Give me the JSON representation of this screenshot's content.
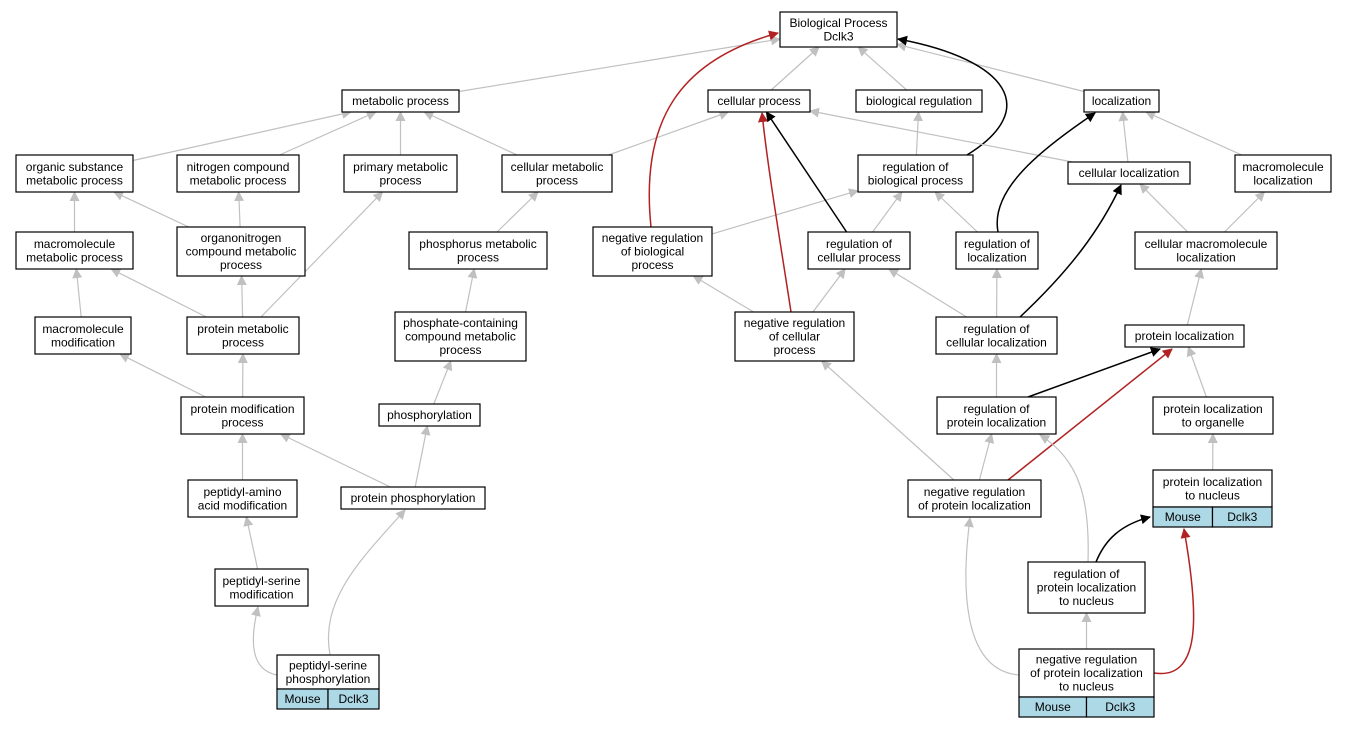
{
  "colors": {
    "edge_is_a": "#c0c0c0",
    "edge_regulates": "#000000",
    "edge_negatively_regulates": "#b22222",
    "annotation_fill": "#add8e6"
  },
  "nodes": {
    "root": [
      "Biological Process",
      "Dclk3"
    ],
    "metabolic": [
      "metabolic process"
    ],
    "cellular": [
      "cellular process"
    ],
    "bioreg": [
      "biological regulation"
    ],
    "localization": [
      "localization"
    ],
    "organic": [
      "organic substance",
      "metabolic process"
    ],
    "nitrogen": [
      "nitrogen compound",
      "metabolic process"
    ],
    "primary": [
      "primary metabolic",
      "process"
    ],
    "cellmet": [
      "cellular metabolic",
      "process"
    ],
    "regbio": [
      "regulation of",
      "biological process"
    ],
    "cellloc": [
      "cellular localization"
    ],
    "macroloc": [
      "macromolecule",
      "localization"
    ],
    "macromet": [
      "macromolecule",
      "metabolic process"
    ],
    "organonitrogen": [
      "organonitrogen",
      "compound metabolic",
      "process"
    ],
    "phosphorus": [
      "phosphorus metabolic",
      "process"
    ],
    "negregbio": [
      "negative regulation",
      "of biological",
      "process"
    ],
    "regcell": [
      "regulation of",
      "cellular process"
    ],
    "regloc": [
      "regulation of",
      "localization"
    ],
    "cellmacroloc": [
      "cellular macromolecule",
      "localization"
    ],
    "macromod": [
      "macromolecule",
      "modification"
    ],
    "protmet": [
      "protein metabolic",
      "process"
    ],
    "phosphcont": [
      "phosphate-containing",
      "compound metabolic",
      "process"
    ],
    "negregcell": [
      "negative regulation",
      "of cellular",
      "process"
    ],
    "regcellloc": [
      "regulation of",
      "cellular localization"
    ],
    "protloc": [
      "protein localization"
    ],
    "protmod": [
      "protein modification",
      "process"
    ],
    "phosphorylation": [
      "phosphorylation"
    ],
    "regprotloc": [
      "regulation of",
      "protein localization"
    ],
    "protlocorg": [
      "protein localization",
      "to organelle"
    ],
    "peptamino": [
      "peptidyl-amino",
      "acid modification"
    ],
    "protphos": [
      "protein phosphorylation"
    ],
    "negregprotloc": [
      "negative regulation",
      "of protein localization"
    ],
    "protlocnuc": [
      "protein localization",
      "to nucleus"
    ],
    "peptser": [
      "peptidyl-serine",
      "modification"
    ],
    "regprotlocnuc": [
      "regulation of",
      "protein localization",
      "to nucleus"
    ],
    "peptserphos": [
      "peptidyl-serine",
      "phosphorylation"
    ],
    "negregprotlocnuc": [
      "negative regulation",
      "of protein localization",
      "to nucleus"
    ]
  },
  "annotations": {
    "protlocnuc": [
      "Mouse",
      "Dclk3"
    ],
    "peptserphos": [
      "Mouse",
      "Dclk3"
    ],
    "negregprotlocnuc": [
      "Mouse",
      "Dclk3"
    ]
  },
  "edges": [
    {
      "from": "metabolic",
      "to": "root",
      "type": "is_a"
    },
    {
      "from": "cellular",
      "to": "root",
      "type": "is_a"
    },
    {
      "from": "bioreg",
      "to": "root",
      "type": "is_a"
    },
    {
      "from": "localization",
      "to": "root",
      "type": "is_a"
    },
    {
      "from": "organic",
      "to": "metabolic",
      "type": "is_a"
    },
    {
      "from": "nitrogen",
      "to": "metabolic",
      "type": "is_a"
    },
    {
      "from": "primary",
      "to": "metabolic",
      "type": "is_a"
    },
    {
      "from": "cellmet",
      "to": "metabolic",
      "type": "is_a"
    },
    {
      "from": "cellmet",
      "to": "cellular",
      "type": "is_a"
    },
    {
      "from": "regbio",
      "to": "bioreg",
      "type": "is_a"
    },
    {
      "from": "regbio",
      "to": "root",
      "type": "regulates"
    },
    {
      "from": "cellloc",
      "to": "localization",
      "type": "is_a"
    },
    {
      "from": "cellloc",
      "to": "cellular",
      "type": "is_a"
    },
    {
      "from": "macroloc",
      "to": "localization",
      "type": "is_a"
    },
    {
      "from": "macromet",
      "to": "organic",
      "type": "is_a"
    },
    {
      "from": "organonitrogen",
      "to": "organic",
      "type": "is_a"
    },
    {
      "from": "organonitrogen",
      "to": "nitrogen",
      "type": "is_a"
    },
    {
      "from": "phosphorus",
      "to": "cellmet",
      "type": "is_a"
    },
    {
      "from": "negregbio",
      "to": "regbio",
      "type": "is_a"
    },
    {
      "from": "negregbio",
      "to": "root",
      "type": "negatively_regulates"
    },
    {
      "from": "regcell",
      "to": "regbio",
      "type": "is_a"
    },
    {
      "from": "regcell",
      "to": "cellular",
      "type": "regulates"
    },
    {
      "from": "regloc",
      "to": "regbio",
      "type": "is_a"
    },
    {
      "from": "regloc",
      "to": "localization",
      "type": "regulates"
    },
    {
      "from": "cellmacroloc",
      "to": "cellloc",
      "type": "is_a"
    },
    {
      "from": "cellmacroloc",
      "to": "macroloc",
      "type": "is_a"
    },
    {
      "from": "macromod",
      "to": "macromet",
      "type": "is_a"
    },
    {
      "from": "protmet",
      "to": "macromet",
      "type": "is_a"
    },
    {
      "from": "protmet",
      "to": "organonitrogen",
      "type": "is_a"
    },
    {
      "from": "protmet",
      "to": "primary",
      "type": "is_a"
    },
    {
      "from": "phosphcont",
      "to": "phosphorus",
      "type": "is_a"
    },
    {
      "from": "negregcell",
      "to": "negregbio",
      "type": "is_a"
    },
    {
      "from": "negregcell",
      "to": "regcell",
      "type": "is_a"
    },
    {
      "from": "negregcell",
      "to": "cellular",
      "type": "negatively_regulates"
    },
    {
      "from": "regcellloc",
      "to": "regcell",
      "type": "is_a"
    },
    {
      "from": "regcellloc",
      "to": "regloc",
      "type": "is_a"
    },
    {
      "from": "regcellloc",
      "to": "cellloc",
      "type": "regulates"
    },
    {
      "from": "protloc",
      "to": "cellmacroloc",
      "type": "is_a"
    },
    {
      "from": "protmod",
      "to": "macromod",
      "type": "is_a"
    },
    {
      "from": "protmod",
      "to": "protmet",
      "type": "is_a"
    },
    {
      "from": "phosphorylation",
      "to": "phosphcont",
      "type": "is_a"
    },
    {
      "from": "regprotloc",
      "to": "regcellloc",
      "type": "is_a"
    },
    {
      "from": "regprotloc",
      "to": "protloc",
      "type": "regulates"
    },
    {
      "from": "protlocorg",
      "to": "protloc",
      "type": "is_a"
    },
    {
      "from": "peptamino",
      "to": "protmod",
      "type": "is_a"
    },
    {
      "from": "protphos",
      "to": "protmod",
      "type": "is_a"
    },
    {
      "from": "protphos",
      "to": "phosphorylation",
      "type": "is_a"
    },
    {
      "from": "negregprotloc",
      "to": "regprotloc",
      "type": "is_a"
    },
    {
      "from": "negregprotloc",
      "to": "negregcell",
      "type": "is_a"
    },
    {
      "from": "negregprotloc",
      "to": "protloc",
      "type": "negatively_regulates"
    },
    {
      "from": "protlocnuc",
      "to": "protlocorg",
      "type": "is_a"
    },
    {
      "from": "peptser",
      "to": "peptamino",
      "type": "is_a"
    },
    {
      "from": "regprotlocnuc",
      "to": "regprotloc",
      "type": "is_a"
    },
    {
      "from": "regprotlocnuc",
      "to": "protlocnuc",
      "type": "regulates"
    },
    {
      "from": "peptserphos",
      "to": "peptser",
      "type": "is_a"
    },
    {
      "from": "peptserphos",
      "to": "protphos",
      "type": "is_a"
    },
    {
      "from": "negregprotlocnuc",
      "to": "regprotlocnuc",
      "type": "is_a"
    },
    {
      "from": "negregprotlocnuc",
      "to": "negregprotloc",
      "type": "is_a"
    },
    {
      "from": "negregprotlocnuc",
      "to": "protlocnuc",
      "type": "negatively_regulates"
    }
  ]
}
